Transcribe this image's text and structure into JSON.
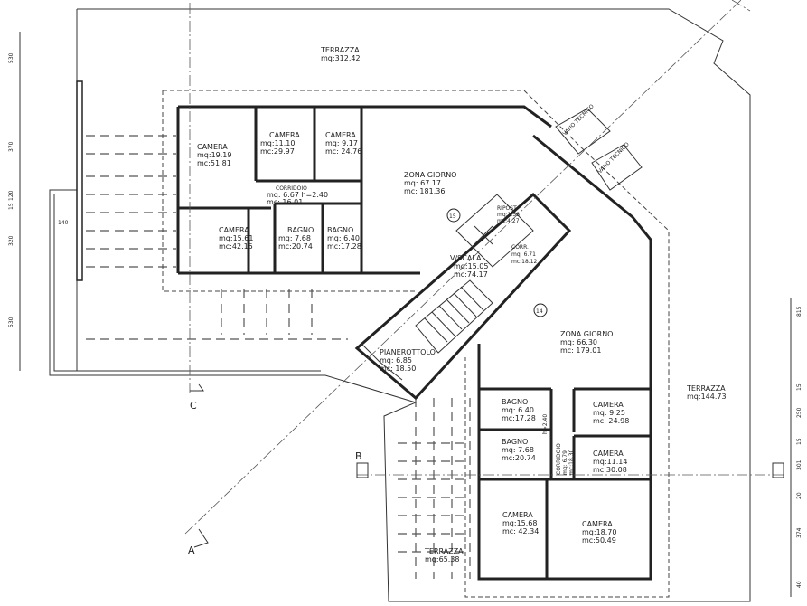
{
  "terraces": {
    "top": {
      "name": "TERRAZZA",
      "area": "mq:312.42"
    },
    "right": {
      "name": "TERRAZZA",
      "area": "mq:144.73"
    },
    "bottom": {
      "name": "TERRAZZA",
      "area": "mq:65.38"
    }
  },
  "unit15": {
    "number": "15",
    "rooms": [
      {
        "name": "CAMERA",
        "mq": "mq:19.19",
        "mc": "mc:51.81"
      },
      {
        "name": "CAMERA",
        "mq": "mq:11.10",
        "mc": "mc:29.97"
      },
      {
        "name": "CAMERA",
        "mq": "mq:  9.17",
        "mc": "mc: 24.76"
      },
      {
        "name": "CORRIDOIO",
        "mq": "mq:  6.67  h=2.40",
        "mc": "mc: 16.01"
      },
      {
        "name": "ZONA GIORNO",
        "mq": "mq:  67.17",
        "mc": "mc: 181.36"
      },
      {
        "name": "CAMERA",
        "mq": "mq:15.61",
        "mc": "mc:42.15"
      },
      {
        "name": "BAGNO",
        "mq": "mq:  7.68",
        "mc": "mc:20.74"
      },
      {
        "name": "BAGNO",
        "mq": "mq: 6.40",
        "mc": "mc:17.28"
      }
    ],
    "ripost": {
      "name": "RIPOST.",
      "mq": "mq:1.58",
      "mc": "mc:4.27"
    }
  },
  "stairs": {
    "name": "V/SCALA",
    "mq": "mq:15.05",
    "mc": "mc:74.17"
  },
  "landing": {
    "name": "PIANEROTTOLO",
    "mq": "mq: 6.85",
    "mc": "mc: 18.50"
  },
  "corr": {
    "name": "CORR.",
    "mq": "mq: 6.71",
    "mc": "mc:18.12"
  },
  "unit14": {
    "number": "14",
    "rooms": [
      {
        "name": "ZONA GIORNO",
        "mq": "mq: 66.30",
        "mc": "mc: 179.01"
      },
      {
        "name": "BAGNO",
        "mq": "mq:  6.40",
        "mc": "mc:17.28"
      },
      {
        "name": "CAMERA",
        "mq": "mq:  9.25",
        "mc": "mc: 24.98"
      },
      {
        "name": "BAGNO",
        "mq": "mq:  7.68",
        "mc": "mc:20.74"
      },
      {
        "name": "CAMERA",
        "mq": "mq:11.14",
        "mc": "mc:30.08"
      },
      {
        "name": "CAMERA",
        "mq": "mq:15.68",
        "mc": "mc: 42.34"
      },
      {
        "name": "CAMERA",
        "mq": "mq:18.70",
        "mc": "mc:50.49"
      }
    ],
    "corridor": {
      "name": "CORRIDOIO",
      "mq": "mq: 6.79",
      "mc": "mc:18.30",
      "h": "h=2.40"
    }
  },
  "sections": {
    "a": "A",
    "b": "B",
    "c": "C"
  },
  "dims_left": [
    "530",
    "370",
    "120",
    "15",
    "320",
    "530",
    "140"
  ],
  "dims_right": [
    "815",
    "15",
    "250",
    "15",
    "301",
    "20",
    "374",
    "40"
  ],
  "tech_labels": [
    "VANO TECNICO",
    "VANO TECNICO"
  ]
}
